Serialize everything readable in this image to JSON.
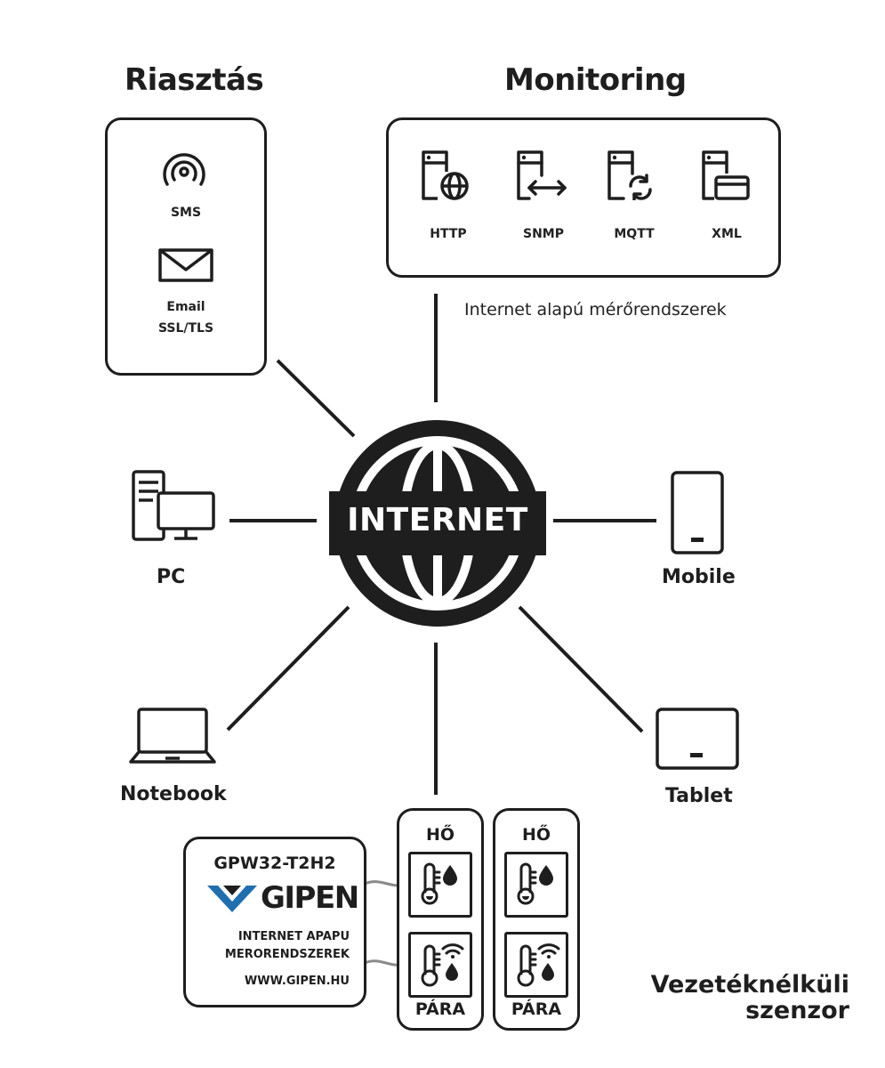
{
  "riasztas": {
    "title": "Riasztás",
    "items": [
      {
        "icon": "broadcast-icon",
        "label": "SMS"
      },
      {
        "icon": "envelope-icon",
        "label_line1": "Email",
        "label_line2": "SSL/TLS"
      }
    ]
  },
  "monitoring": {
    "title": "Monitoring",
    "protocols": [
      {
        "icon": "server-globe-icon",
        "label": "HTTP"
      },
      {
        "icon": "server-arrows-icon",
        "label": "SNMP"
      },
      {
        "icon": "server-sync-icon",
        "label": "MQTT"
      },
      {
        "icon": "server-window-icon",
        "label": "XML"
      }
    ],
    "caption": "Internet alapú mérőrendszerek"
  },
  "internet": {
    "label": "INTERNET"
  },
  "devices": {
    "pc": "PC",
    "mobile": "Mobile",
    "notebook": "Notebook",
    "tablet": "Tablet"
  },
  "gateway": {
    "model": "GPW32-T2H2",
    "brand": "GIPEN",
    "line1": "INTERNET APAPU",
    "line2": "MERORENDSZEREK",
    "website": "WWW.GIPEN.HU"
  },
  "sensors": [
    {
      "top": "HŐ",
      "bottom": "PÁRA"
    },
    {
      "top": "HŐ",
      "bottom": "PÁRA"
    }
  ],
  "wireless": {
    "line1": "Vezetéknélküli",
    "line2": "szenzor"
  },
  "colors": {
    "ink": "#1e1e1e",
    "logo_blue": "#1f6fb0",
    "background": "#ffffff"
  }
}
